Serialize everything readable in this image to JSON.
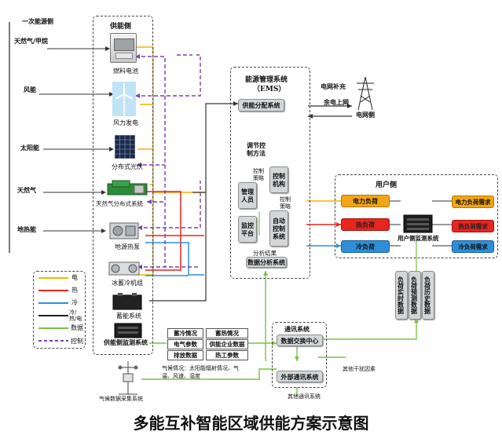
{
  "sources": {
    "header": "一次能源侧",
    "items": [
      "天然气/甲烷",
      "风能",
      "太阳能",
      "天然气",
      "地热能"
    ]
  },
  "supply": {
    "header": "供能侧",
    "items": [
      "燃料电池",
      "风力发电",
      "分布式光伏",
      "天然气分布式系统",
      "地源热泵",
      "冰蓄冷机组",
      "蓄能系统",
      "供能侧监测系统"
    ]
  },
  "legend": {
    "items": [
      {
        "label": "电",
        "color": "#f5b400"
      },
      {
        "label": "热",
        "color": "#e8251e"
      },
      {
        "label": "冷",
        "color": "#2e8fd6"
      },
      {
        "label": "冷/热/电",
        "color": "#222222"
      },
      {
        "label": "数据",
        "color": "#7cc142"
      },
      {
        "label": "控制",
        "color": "#7a3fb0"
      }
    ]
  },
  "ems": {
    "header_line1": "能源管理系统",
    "header_line2": "（EMS）",
    "dispatch": "供能分配系统",
    "adjust_label": "调节控制方法",
    "control_strategy": "控制策略",
    "control_org": "控制机构",
    "manager": "管理人员",
    "auto_label": "控制策略",
    "auto_control": "自动控制系统",
    "monitor": "监控平台",
    "analysis_result": "分析结果",
    "data_analysis": "数据分析系统"
  },
  "grid": {
    "supplement": "电网补充",
    "surplus": "余电上网",
    "label": "电网侧"
  },
  "user": {
    "header": "用户侧",
    "loads": [
      "电力负荷",
      "热负荷",
      "冷负荷"
    ],
    "monitor": "用户侧监测系统",
    "demands": [
      "电力负荷需求",
      "热负荷需求",
      "冷负荷需求"
    ],
    "data_columns": [
      "负荷实时数据",
      "负荷预测数据",
      "负荷历史数据"
    ]
  },
  "supply_data": {
    "items": [
      "蓄冷情况",
      "蓄热情况",
      "电气参数",
      "供能企业数据",
      "排放数据",
      "热工参数"
    ]
  },
  "comm": {
    "header": "通讯系统",
    "exchange": "数据交换中心",
    "external": "外部通讯系统",
    "other_factors": "其他干扰因素",
    "other_systems": "其他通讯系统"
  },
  "weather": {
    "info": "气候情况：太阳能辐射情况、气温、风速、湿度",
    "station": "气候数据采集系统"
  },
  "title": "多能互补智能区域供能方案示意图"
}
